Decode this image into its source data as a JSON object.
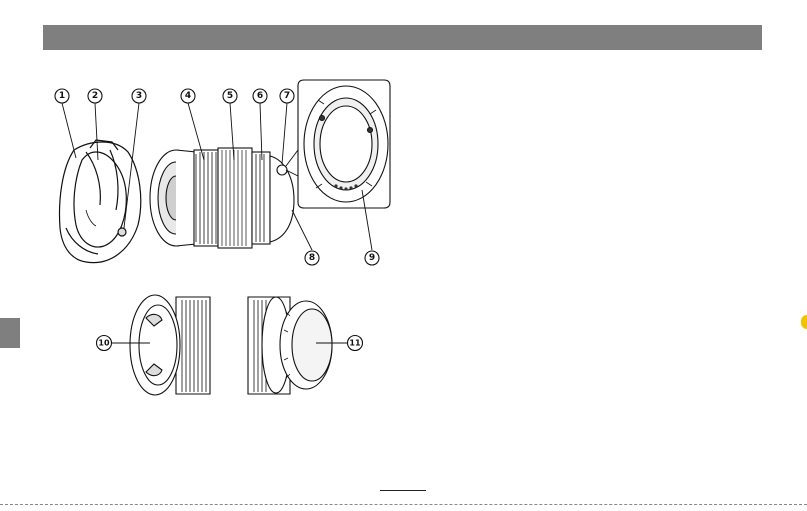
{
  "header": {
    "title": ""
  },
  "callouts": [
    {
      "num": "1"
    },
    {
      "num": "2"
    },
    {
      "num": "3"
    },
    {
      "num": "4"
    },
    {
      "num": "5"
    },
    {
      "num": "6"
    },
    {
      "num": "7"
    },
    {
      "num": "8"
    },
    {
      "num": "9"
    },
    {
      "num": "10"
    },
    {
      "num": "11"
    }
  ],
  "colors": {
    "header_bar": "#7f7f7f",
    "side_tab": "#7f7f7f",
    "right_marker": "#f2c200"
  }
}
